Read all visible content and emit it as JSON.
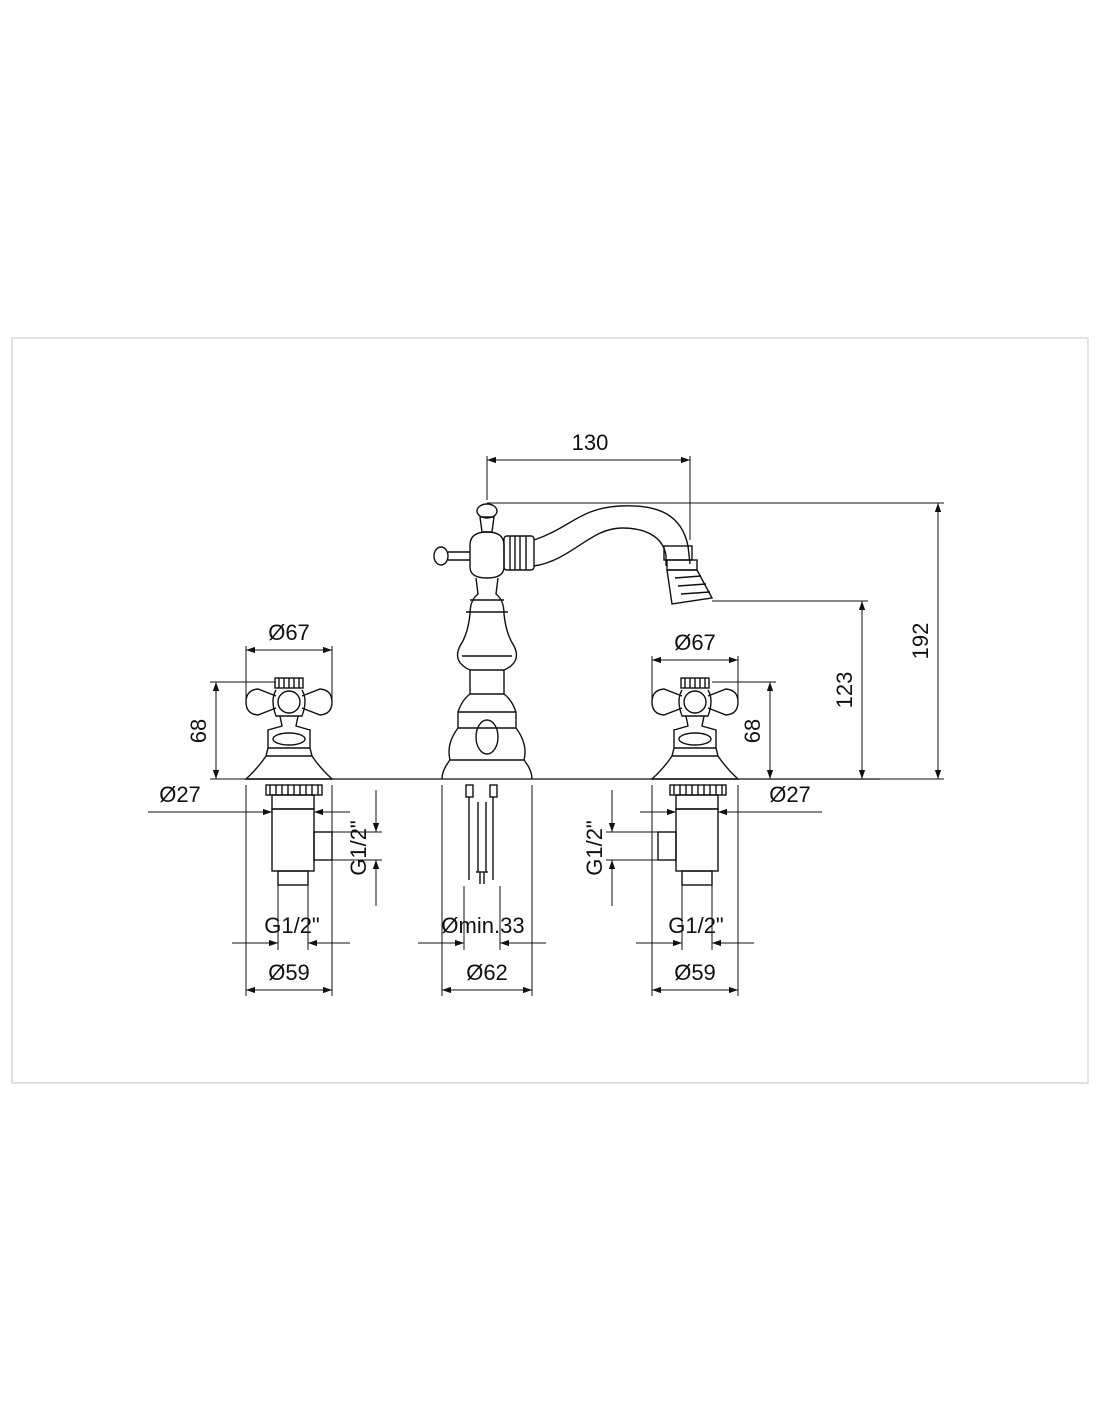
{
  "colors": {
    "line": "#111111",
    "frame": "#d9d9d9",
    "background": "#ffffff"
  },
  "dimensions": {
    "spout_reach": "130",
    "total_height": "192",
    "spout_height": "123",
    "left_handle_diameter": "Ø67",
    "right_handle_diameter": "Ø67",
    "left_handle_height": "68",
    "right_handle_height": "68",
    "left_shank_diameter": "Ø27",
    "right_shank_diameter": "Ø27",
    "left_outlet_thread": "G1/2\"",
    "right_outlet_thread": "G1/2\"",
    "left_bottom_thread": "G1/2\"",
    "right_bottom_thread": "G1/2\"",
    "left_base_diameter": "Ø59",
    "right_base_diameter": "Ø59",
    "hole_min_diameter": "Ømin.33",
    "spout_base_diameter": "Ø62"
  }
}
